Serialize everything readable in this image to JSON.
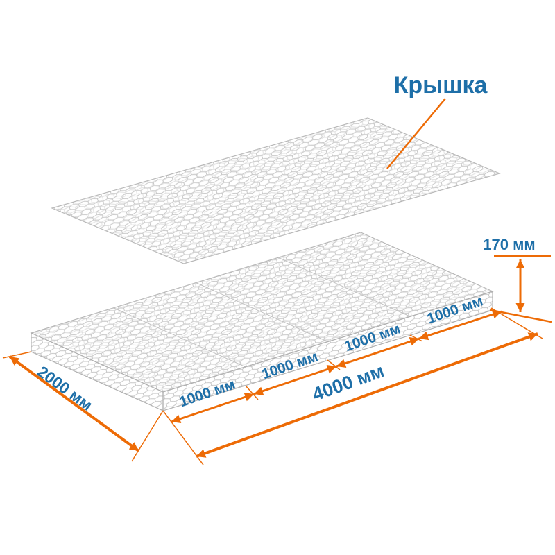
{
  "diagram": {
    "lid_label": "Крышка"
  },
  "dimensions": {
    "height": "170 мм",
    "width": "2000 мм",
    "total_length": "4000 мм",
    "segments": [
      "1000 мм",
      "1000 мм",
      "1000 мм",
      "1000 мм"
    ]
  },
  "colors": {
    "dimension_orange": "#ED6B06",
    "label_blue": "#1E6FA8",
    "mesh_gray": "#C6C6C6",
    "mesh_gray_light": "#D4D4D4",
    "background": "#FFFFFF"
  }
}
